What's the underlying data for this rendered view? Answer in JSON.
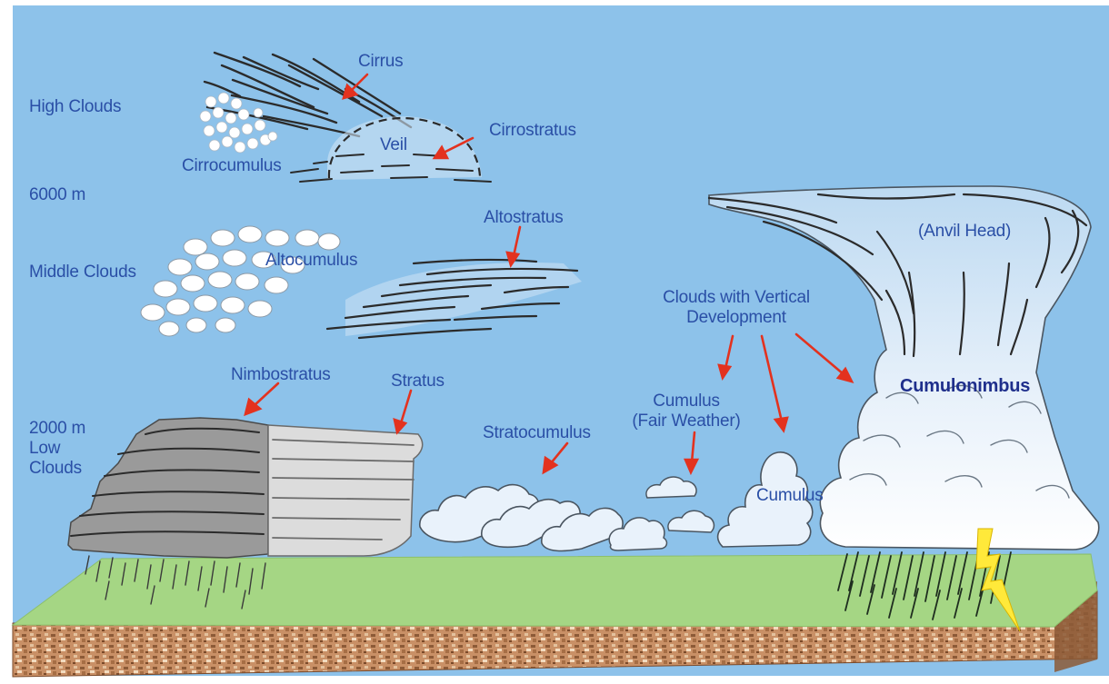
{
  "colors": {
    "sky": "#8dc2ea",
    "ground": "#a5d684",
    "soil": "#c99066",
    "label": "#2a4fa6",
    "arrow": "#e3321f",
    "nimbostratus": "#9a9a9a",
    "stratus": "#dcdcdc",
    "cloud_light": "#e9f2fb",
    "lightning": "#ffe93a"
  },
  "labels": {
    "high_clouds": "High Clouds",
    "altitude_6000": "6000 m",
    "middle_clouds": "Middle Clouds",
    "altitude_2000": "2000 m",
    "low_clouds_line1": "Low",
    "low_clouds_line2": "Clouds",
    "cirrus": "Cirrus",
    "cirrostratus": "Cirrostratus",
    "veil": "Veil",
    "cirrocumulus": "Cirrocumulus",
    "altostratus": "Altostratus",
    "altocumulus": "Altocumulus",
    "nimbostratus": "Nimbostratus",
    "stratus": "Stratus",
    "stratocumulus": "Stratocumulus",
    "cumulus_fair_line1": "Cumulus",
    "cumulus_fair_line2": "(Fair Weather)",
    "cumulus": "Cumulus",
    "vertical_line1": "Clouds with Vertical",
    "vertical_line2": "Development",
    "anvil_head": "(Anvil Head)",
    "cumulonimbus": "Cumulonimbus"
  }
}
